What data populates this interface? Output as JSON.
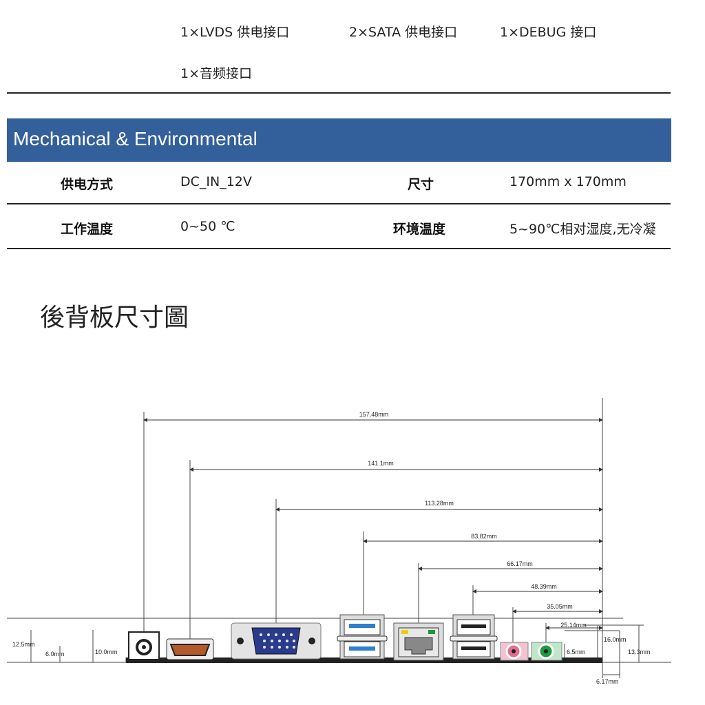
{
  "interfaces": {
    "row1": [
      "1×LVDS 供电接口",
      "2×SATA 供电接口",
      "1×DEBUG 接口"
    ],
    "row2": [
      "1×音频接口"
    ]
  },
  "section": {
    "title": "Mechanical & Environmental"
  },
  "specs": [
    {
      "label": "供电方式",
      "value": "DC_IN_12V",
      "label2": "尺寸",
      "value2": "170mm x 170mm"
    },
    {
      "label": "工作温度",
      "value": "0~50 ℃",
      "label2": "环境温度",
      "value2": "5~90℃相对湿度,无冷凝"
    }
  ],
  "drawing": {
    "title": "後背板尺寸圖",
    "dims": [
      "157.48mm",
      "141.1mm",
      "113.28mm",
      "83.82mm",
      "66.17mm",
      "48.39mm",
      "35.05mm",
      "25.14mm"
    ],
    "left_dims": [
      "12.5mm",
      "6.0mm",
      "10.0mm"
    ],
    "right_dims": [
      "16.0mm",
      "13.3mm",
      "6.5mm",
      "6.17mm"
    ]
  }
}
